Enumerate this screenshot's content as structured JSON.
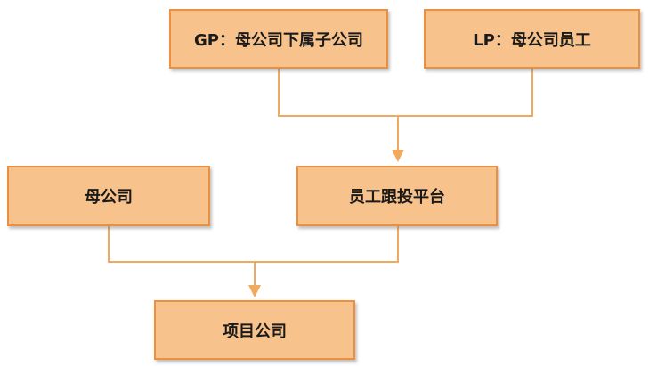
{
  "colors": {
    "box_fill": "#f7c28c",
    "box_border": "#ed8f3d",
    "connector": "#f0a95e",
    "text": "#1a1a1a"
  },
  "diagram": {
    "nodes": {
      "gp": {
        "label": "GP：母公司下属子公司"
      },
      "lp": {
        "label": "LP：母公司员工"
      },
      "parent": {
        "label": "母公司"
      },
      "platform": {
        "label": "员工跟投平台"
      },
      "project": {
        "label": "项目公司"
      }
    },
    "edges": [
      {
        "from": [
          "gp",
          "lp"
        ],
        "to": "platform"
      },
      {
        "from": [
          "parent",
          "platform"
        ],
        "to": "project"
      }
    ]
  }
}
